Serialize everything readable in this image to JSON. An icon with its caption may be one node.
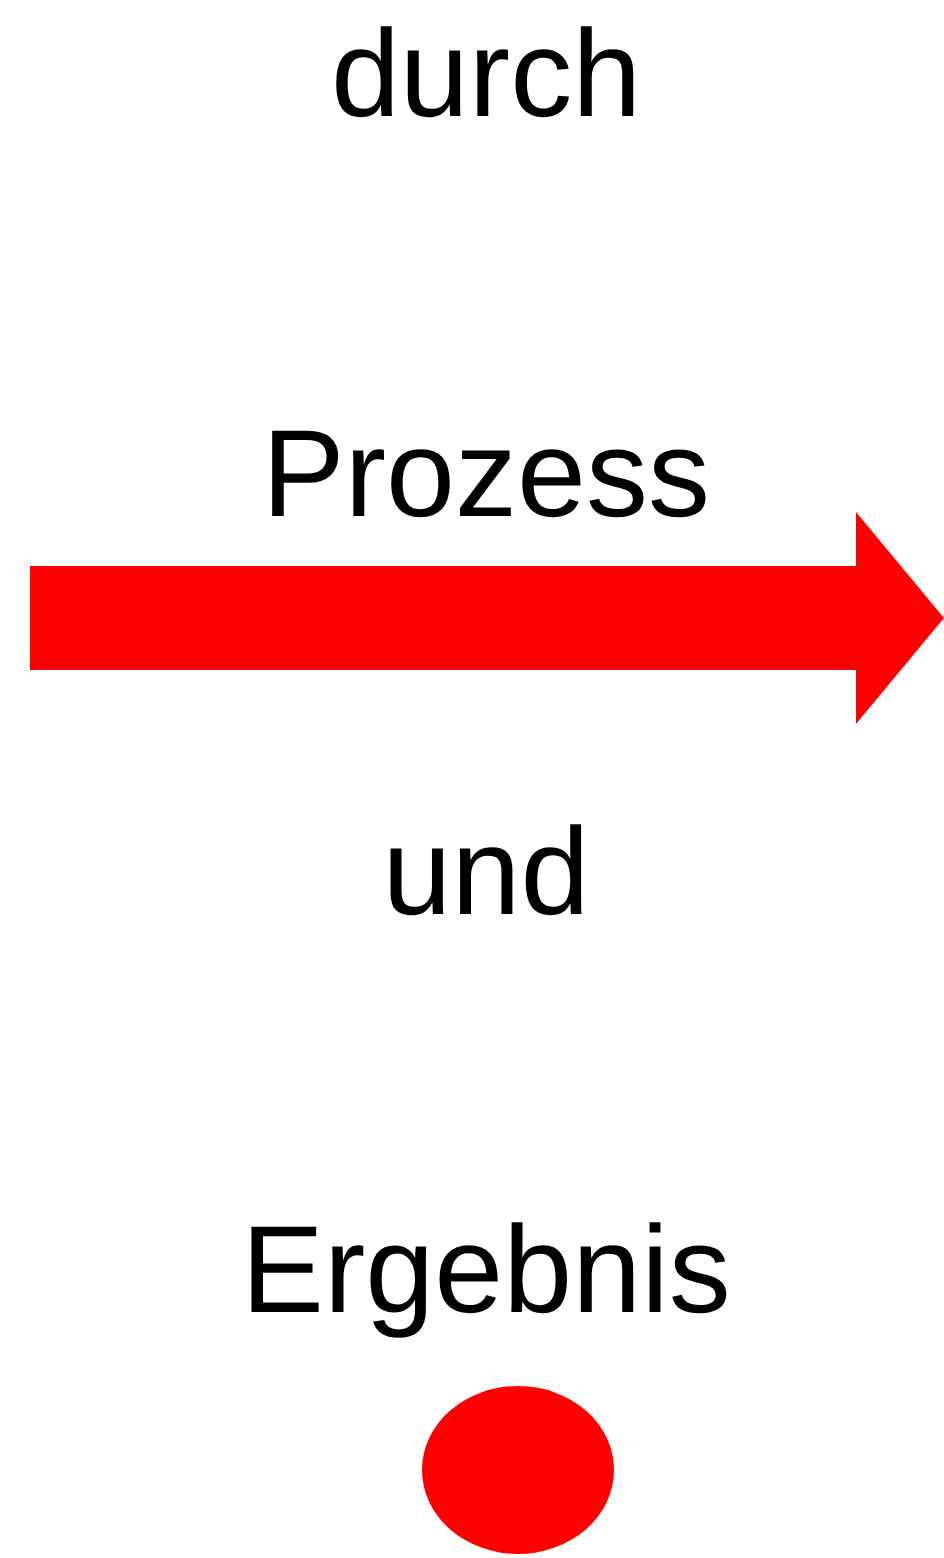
{
  "diagram": {
    "nodes": [
      {
        "text": [],
        "shape": "circle"
      }
    ],
    "labels": [
      "durch",
      "Prozess",
      "und",
      "Ergebnis"
    ]
  }
}
